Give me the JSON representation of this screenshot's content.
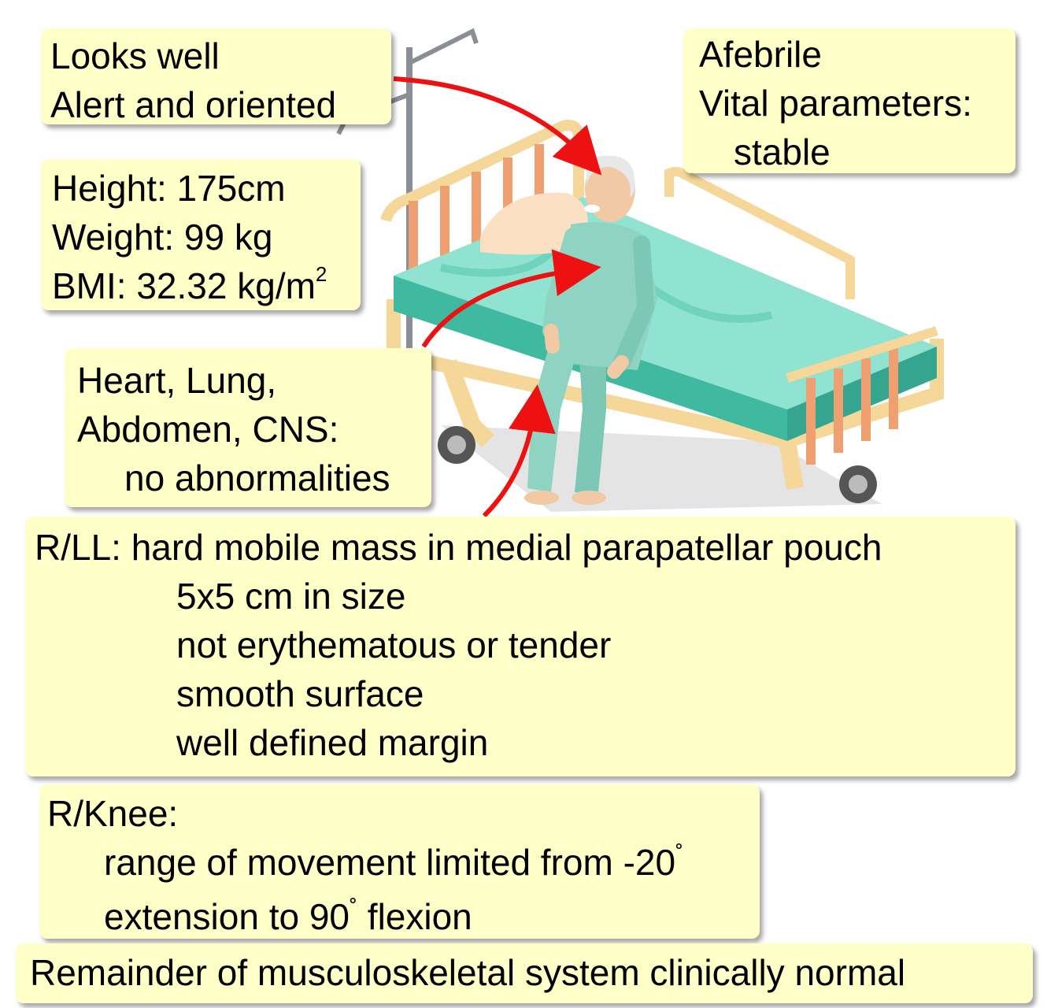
{
  "notes": {
    "general": {
      "lines": [
        "Looks well",
        "Alert and oriented"
      ]
    },
    "vitals": {
      "lines": [
        "Afebrile",
        "Vital parameters:",
        "stable"
      ]
    },
    "anthro": {
      "height": "Height: 175cm",
      "weight": "Weight: 99 kg",
      "bmi_prefix": "BMI: 32.32 kg/m",
      "bmi_sup": "2"
    },
    "systems": {
      "lines": [
        "Heart, Lung,",
        "Abdomen, CNS:",
        "no abnormalities"
      ]
    },
    "lower_limb": {
      "lines": [
        "R/LL: hard mobile mass in medial parapatellar pouch",
        "5x5 cm in size",
        "not erythematous or tender",
        "smooth surface",
        "well defined margin"
      ]
    },
    "knee": {
      "title": "R/Knee:",
      "line1": "range of movement limited from -20",
      "line2_a": "extension to 90",
      "line2_b": " flexion",
      "degree_symbol": "˚"
    },
    "remainder": {
      "text": "Remainder of musculoskeletal system clinically normal"
    }
  },
  "colors": {
    "note_bg": "#ffffc8",
    "arrow": "#ee1111",
    "mattress": "#4fc9b0",
    "bed_frame": "#f5d79a",
    "gown": "#8fd3c2"
  },
  "icons": [
    "iv-pole-icon",
    "hospital-bed-icon",
    "elderly-patient-icon"
  ]
}
